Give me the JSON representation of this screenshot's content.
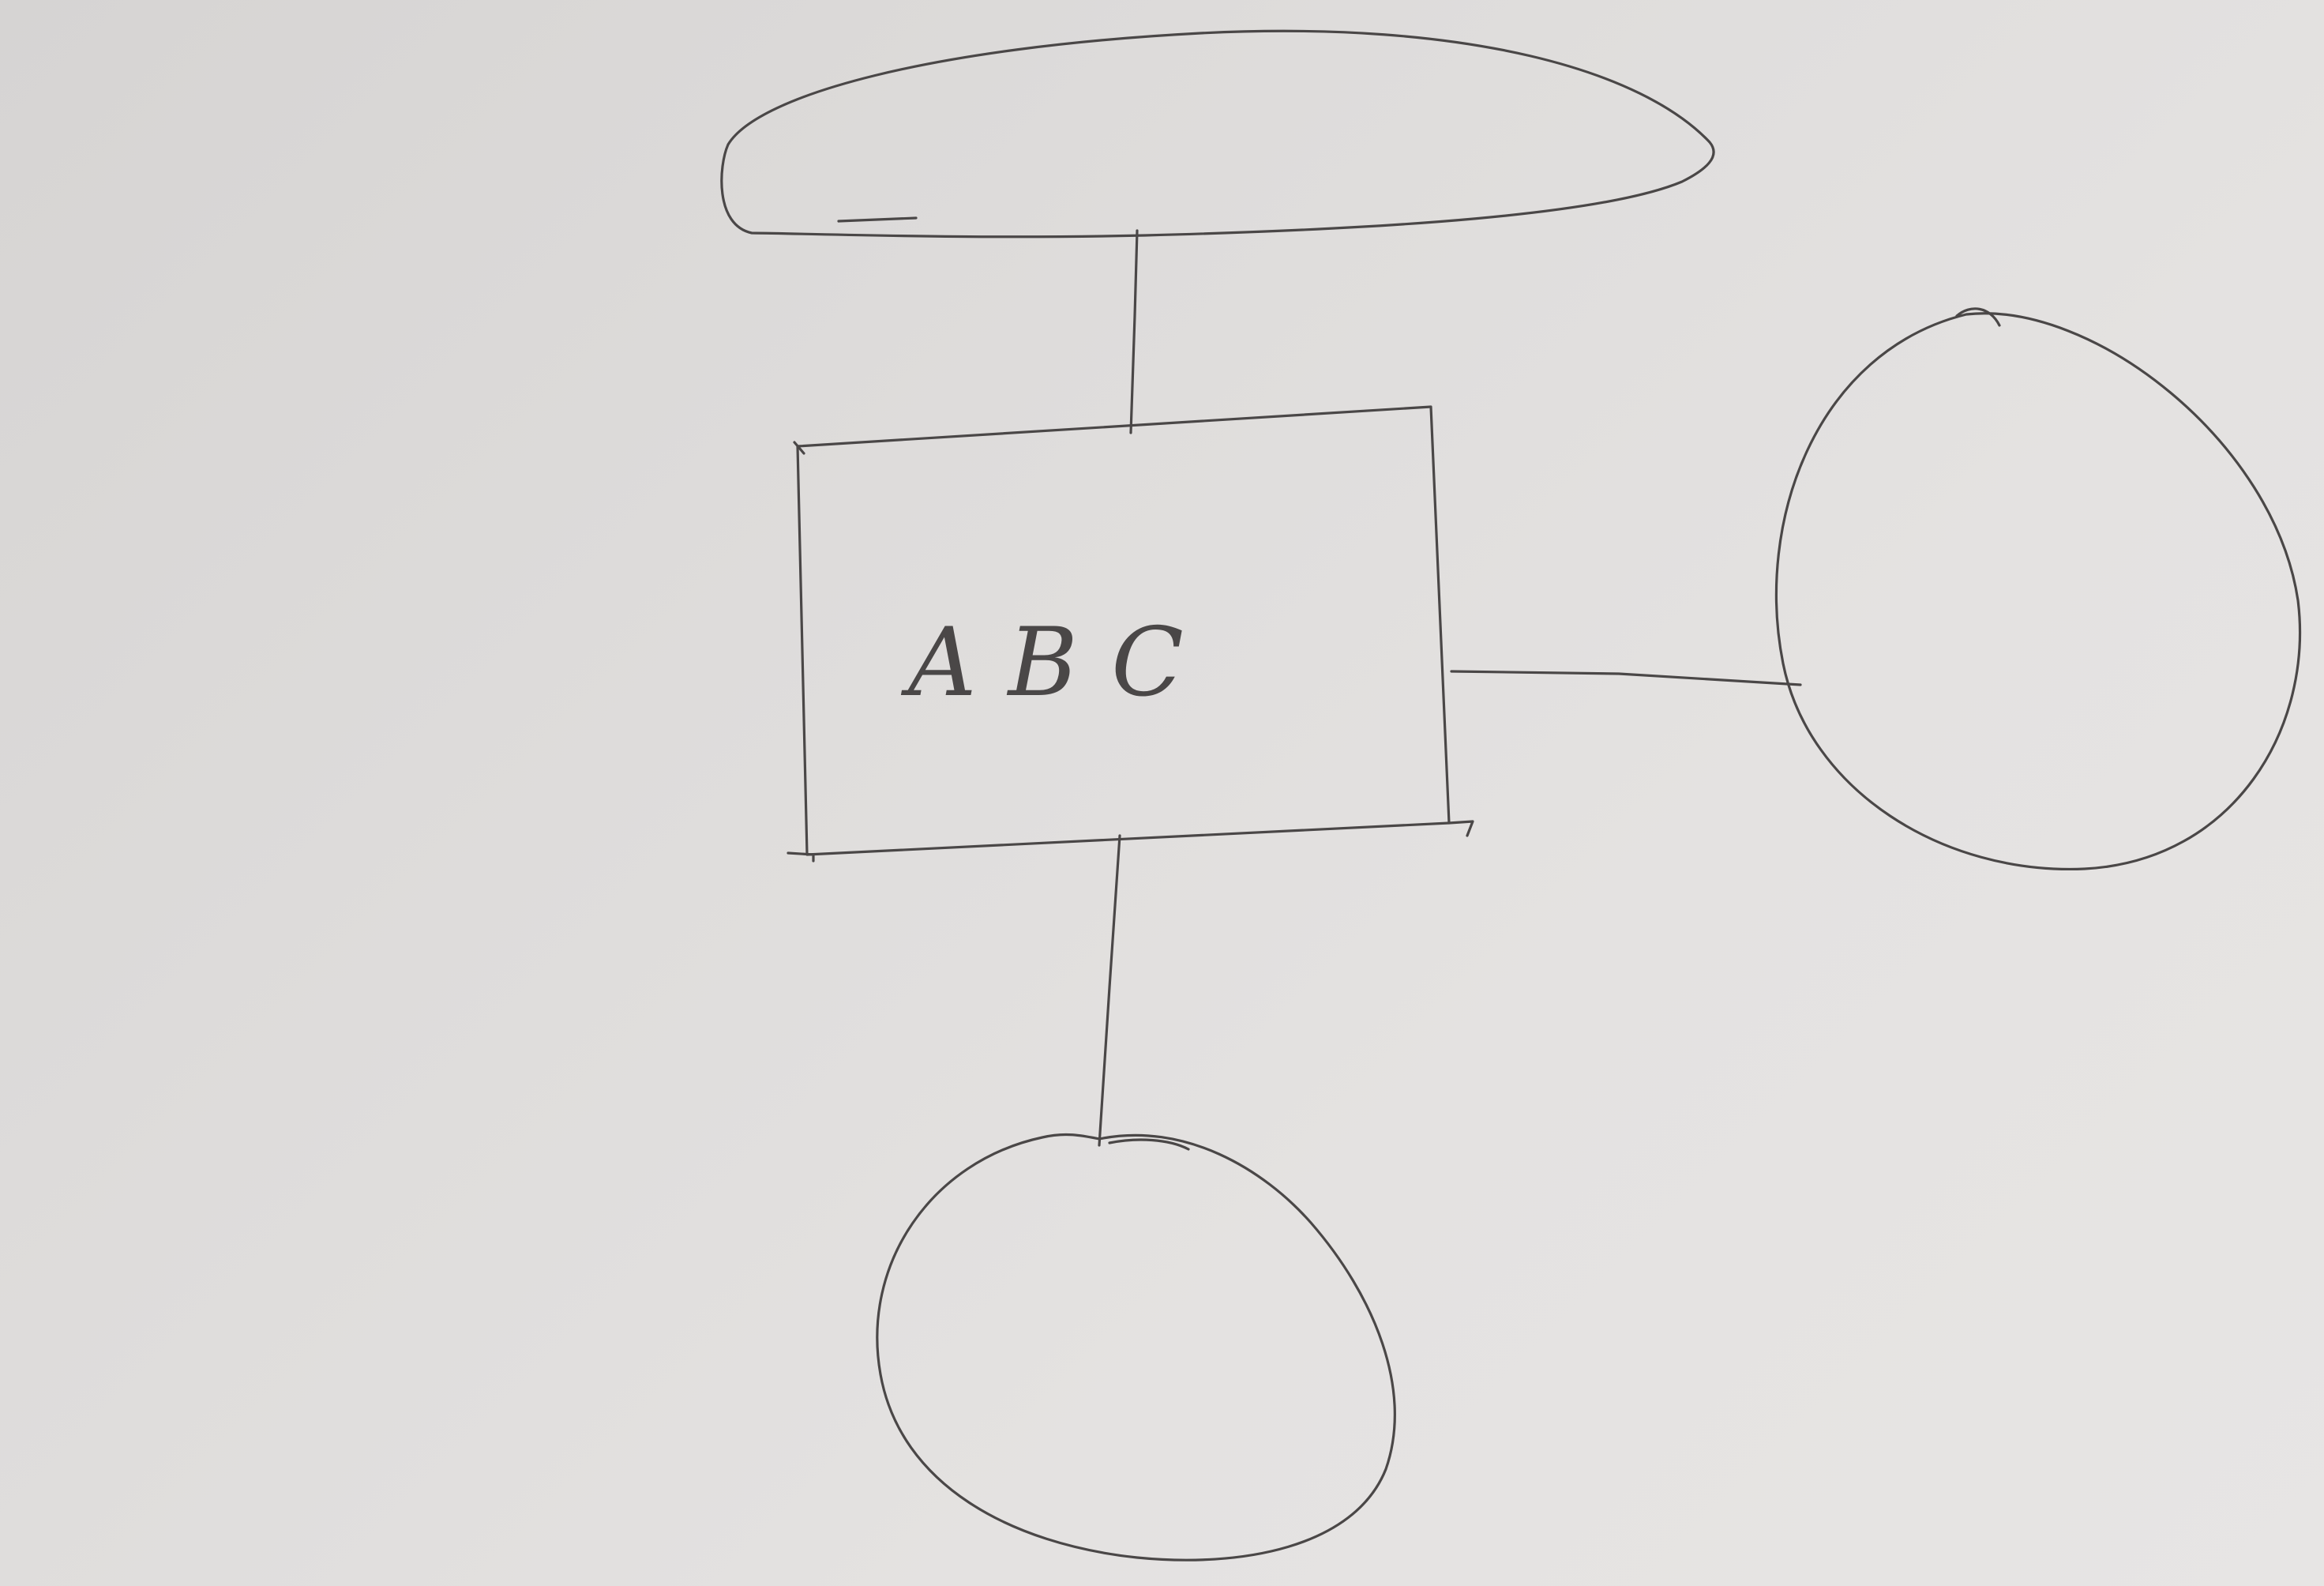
{
  "diagram": {
    "box_label": "ABC",
    "ink_color": "#4a4747",
    "paper_color": "#dedcdb",
    "shapes": [
      {
        "id": "top-ellipse",
        "kind": "ellipse"
      },
      {
        "id": "center-box",
        "kind": "rectangle"
      },
      {
        "id": "right-circle",
        "kind": "circle"
      },
      {
        "id": "bottom-circle",
        "kind": "circle"
      }
    ],
    "connections": [
      {
        "from": "top-ellipse",
        "to": "center-box"
      },
      {
        "from": "center-box",
        "to": "right-circle"
      },
      {
        "from": "center-box",
        "to": "bottom-circle"
      }
    ]
  }
}
